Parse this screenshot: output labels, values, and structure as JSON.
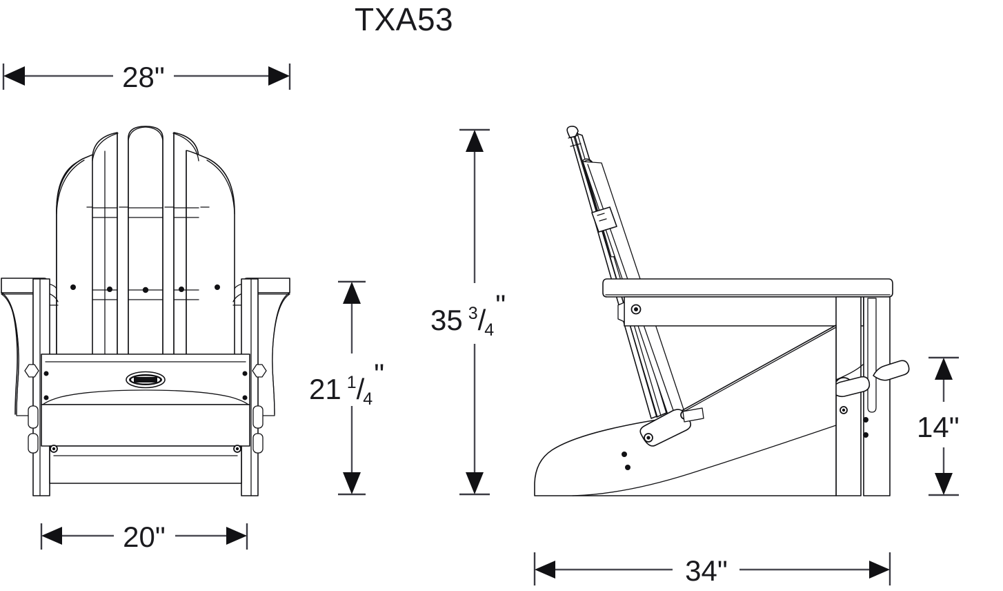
{
  "drawing": {
    "title": "TXA53",
    "product": "adirondack-chair-dimension-drawing",
    "units": "inches",
    "line_color": "#111114",
    "dim_color": "#3a3a42",
    "background": "#ffffff"
  },
  "dimensions": {
    "front_width": {
      "label": "28\"",
      "value": "28",
      "unit": "\"",
      "orientation": "horizontal",
      "position": "top-left",
      "view": "front"
    },
    "base_width": {
      "label": "20\"",
      "value": "20",
      "unit": "\"",
      "orientation": "horizontal",
      "position": "bottom-left",
      "view": "front"
    },
    "seat_to_arm_height": {
      "label": "21 1/4\"",
      "whole": "21",
      "frac_num": "1",
      "frac_den": "4",
      "unit": "\"",
      "orientation": "vertical",
      "position": "center-left",
      "view": "front"
    },
    "overall_height": {
      "label": "35 3/4\"",
      "whole": "35",
      "frac_num": "3",
      "frac_den": "4",
      "unit": "\"",
      "orientation": "vertical",
      "position": "center",
      "view": "side"
    },
    "seat_height": {
      "label": "14\"",
      "value": "14",
      "unit": "\"",
      "orientation": "vertical",
      "position": "right",
      "view": "side"
    },
    "overall_depth": {
      "label": "34\"",
      "value": "34",
      "unit": "\"",
      "orientation": "horizontal",
      "position": "bottom-right",
      "view": "side"
    }
  },
  "views": {
    "front": {
      "name": "front-elevation",
      "back_slat_count": 5,
      "arm_count": 2
    },
    "side": {
      "name": "side-elevation",
      "seat_slat_count": 5
    }
  },
  "branding": {
    "badge_name": "logo-badge",
    "badge_shape": "oval"
  }
}
